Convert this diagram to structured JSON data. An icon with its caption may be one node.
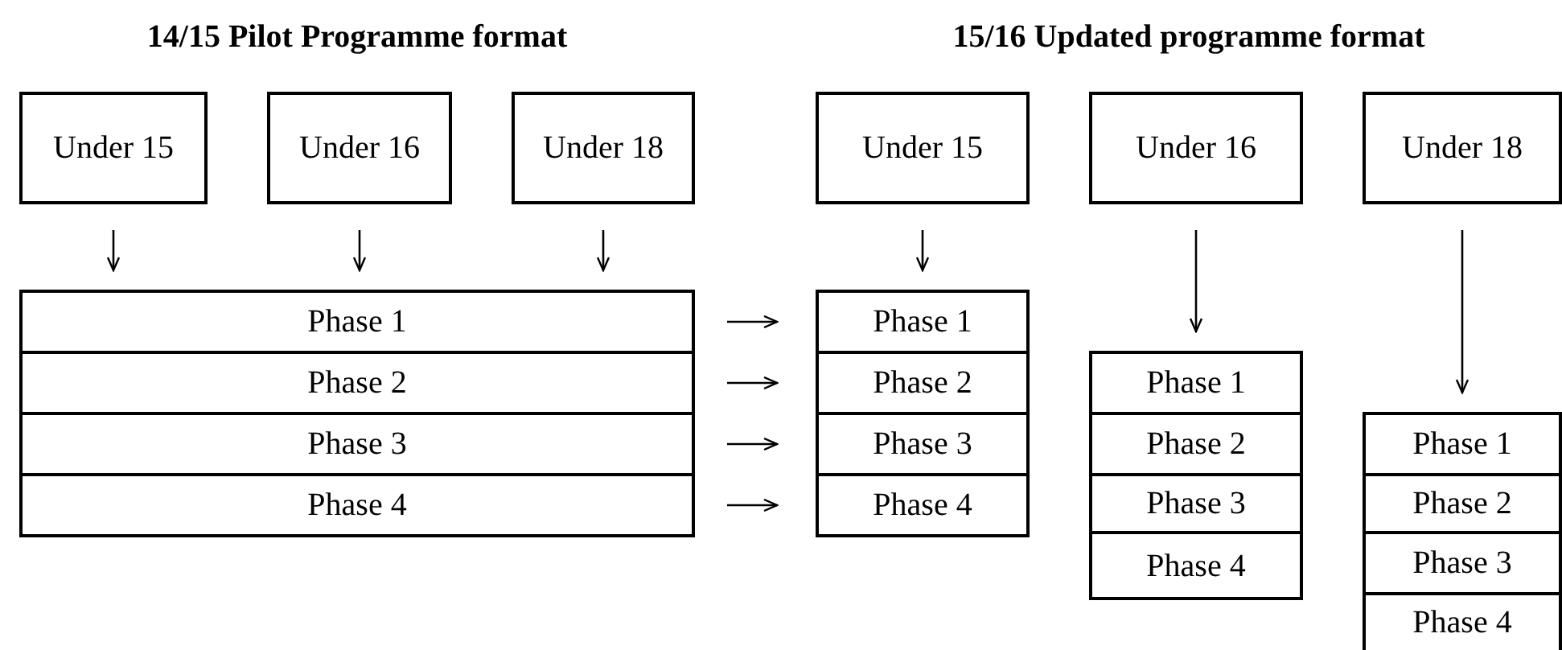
{
  "diagram": {
    "nodes": [
      {
        "text": [
          "Under 15"
        ]
      },
      {
        "text": [
          "Under 16"
        ]
      },
      {
        "text": [
          "Under 18"
        ]
      },
      {
        "text": [
          "Phase 1"
        ]
      },
      {
        "text": [
          "Phase 2"
        ]
      },
      {
        "text": [
          "Phase 3"
        ]
      },
      {
        "text": [
          "Phase 4"
        ]
      },
      {
        "text": [
          "Under 15"
        ]
      },
      {
        "text": [
          "Under 16"
        ]
      },
      {
        "text": [
          "Under 18"
        ]
      },
      {
        "text": [
          "Phase 1"
        ]
      },
      {
        "text": [
          "Phase 2"
        ]
      },
      {
        "text": [
          "Phase 3"
        ]
      },
      {
        "text": [
          "Phase 4"
        ]
      },
      {
        "text": [
          "Phase 1"
        ]
      },
      {
        "text": [
          "Phase 2"
        ]
      },
      {
        "text": [
          "Phase 3"
        ]
      },
      {
        "text": [
          "Phase 4"
        ]
      },
      {
        "text": [
          "Phase 1"
        ]
      },
      {
        "text": [
          "Phase 2"
        ]
      },
      {
        "text": [
          "Phase 3"
        ]
      },
      {
        "text": [
          "Phase 4"
        ]
      }
    ],
    "edges": [
      {
        "from": 0,
        "to": 3,
        "arrow": "to"
      },
      {
        "from": 1,
        "to": 3,
        "arrow": "to"
      },
      {
        "from": 2,
        "to": 3,
        "arrow": "to"
      },
      {
        "from": 3,
        "to": 10,
        "arrow": "to"
      },
      {
        "from": 4,
        "to": 11,
        "arrow": "to"
      },
      {
        "from": 5,
        "to": 12,
        "arrow": "to"
      },
      {
        "from": 6,
        "to": 13,
        "arrow": "to"
      },
      {
        "from": 7,
        "to": 10,
        "arrow": "to"
      },
      {
        "from": 8,
        "to": 14,
        "arrow": "to"
      },
      {
        "from": 9,
        "to": 18,
        "arrow": "to"
      }
    ],
    "labels": [
      "14/15 Pilot Programme format",
      "15/16 Updated programme format"
    ]
  }
}
